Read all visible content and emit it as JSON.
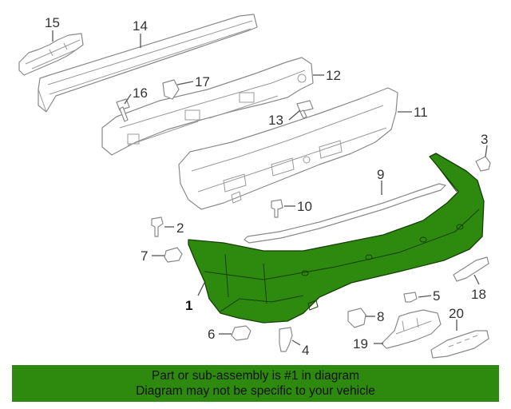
{
  "colors": {
    "highlight_fill": "#2d8a0e",
    "highlight_stroke": "#163f06",
    "banner_bg": "#2d8a0e",
    "part_outline": "#8a8a8a"
  },
  "callouts": [
    "1",
    "2",
    "3",
    "4",
    "5",
    "6",
    "7",
    "8",
    "9",
    "10",
    "11",
    "12",
    "13",
    "14",
    "15",
    "16",
    "17",
    "18",
    "19",
    "20"
  ],
  "highlighted_part": "1",
  "footer": {
    "line1": "Part or sub-assembly is #1 in diagram",
    "line2": "Diagram may not be specific to your vehicle"
  }
}
